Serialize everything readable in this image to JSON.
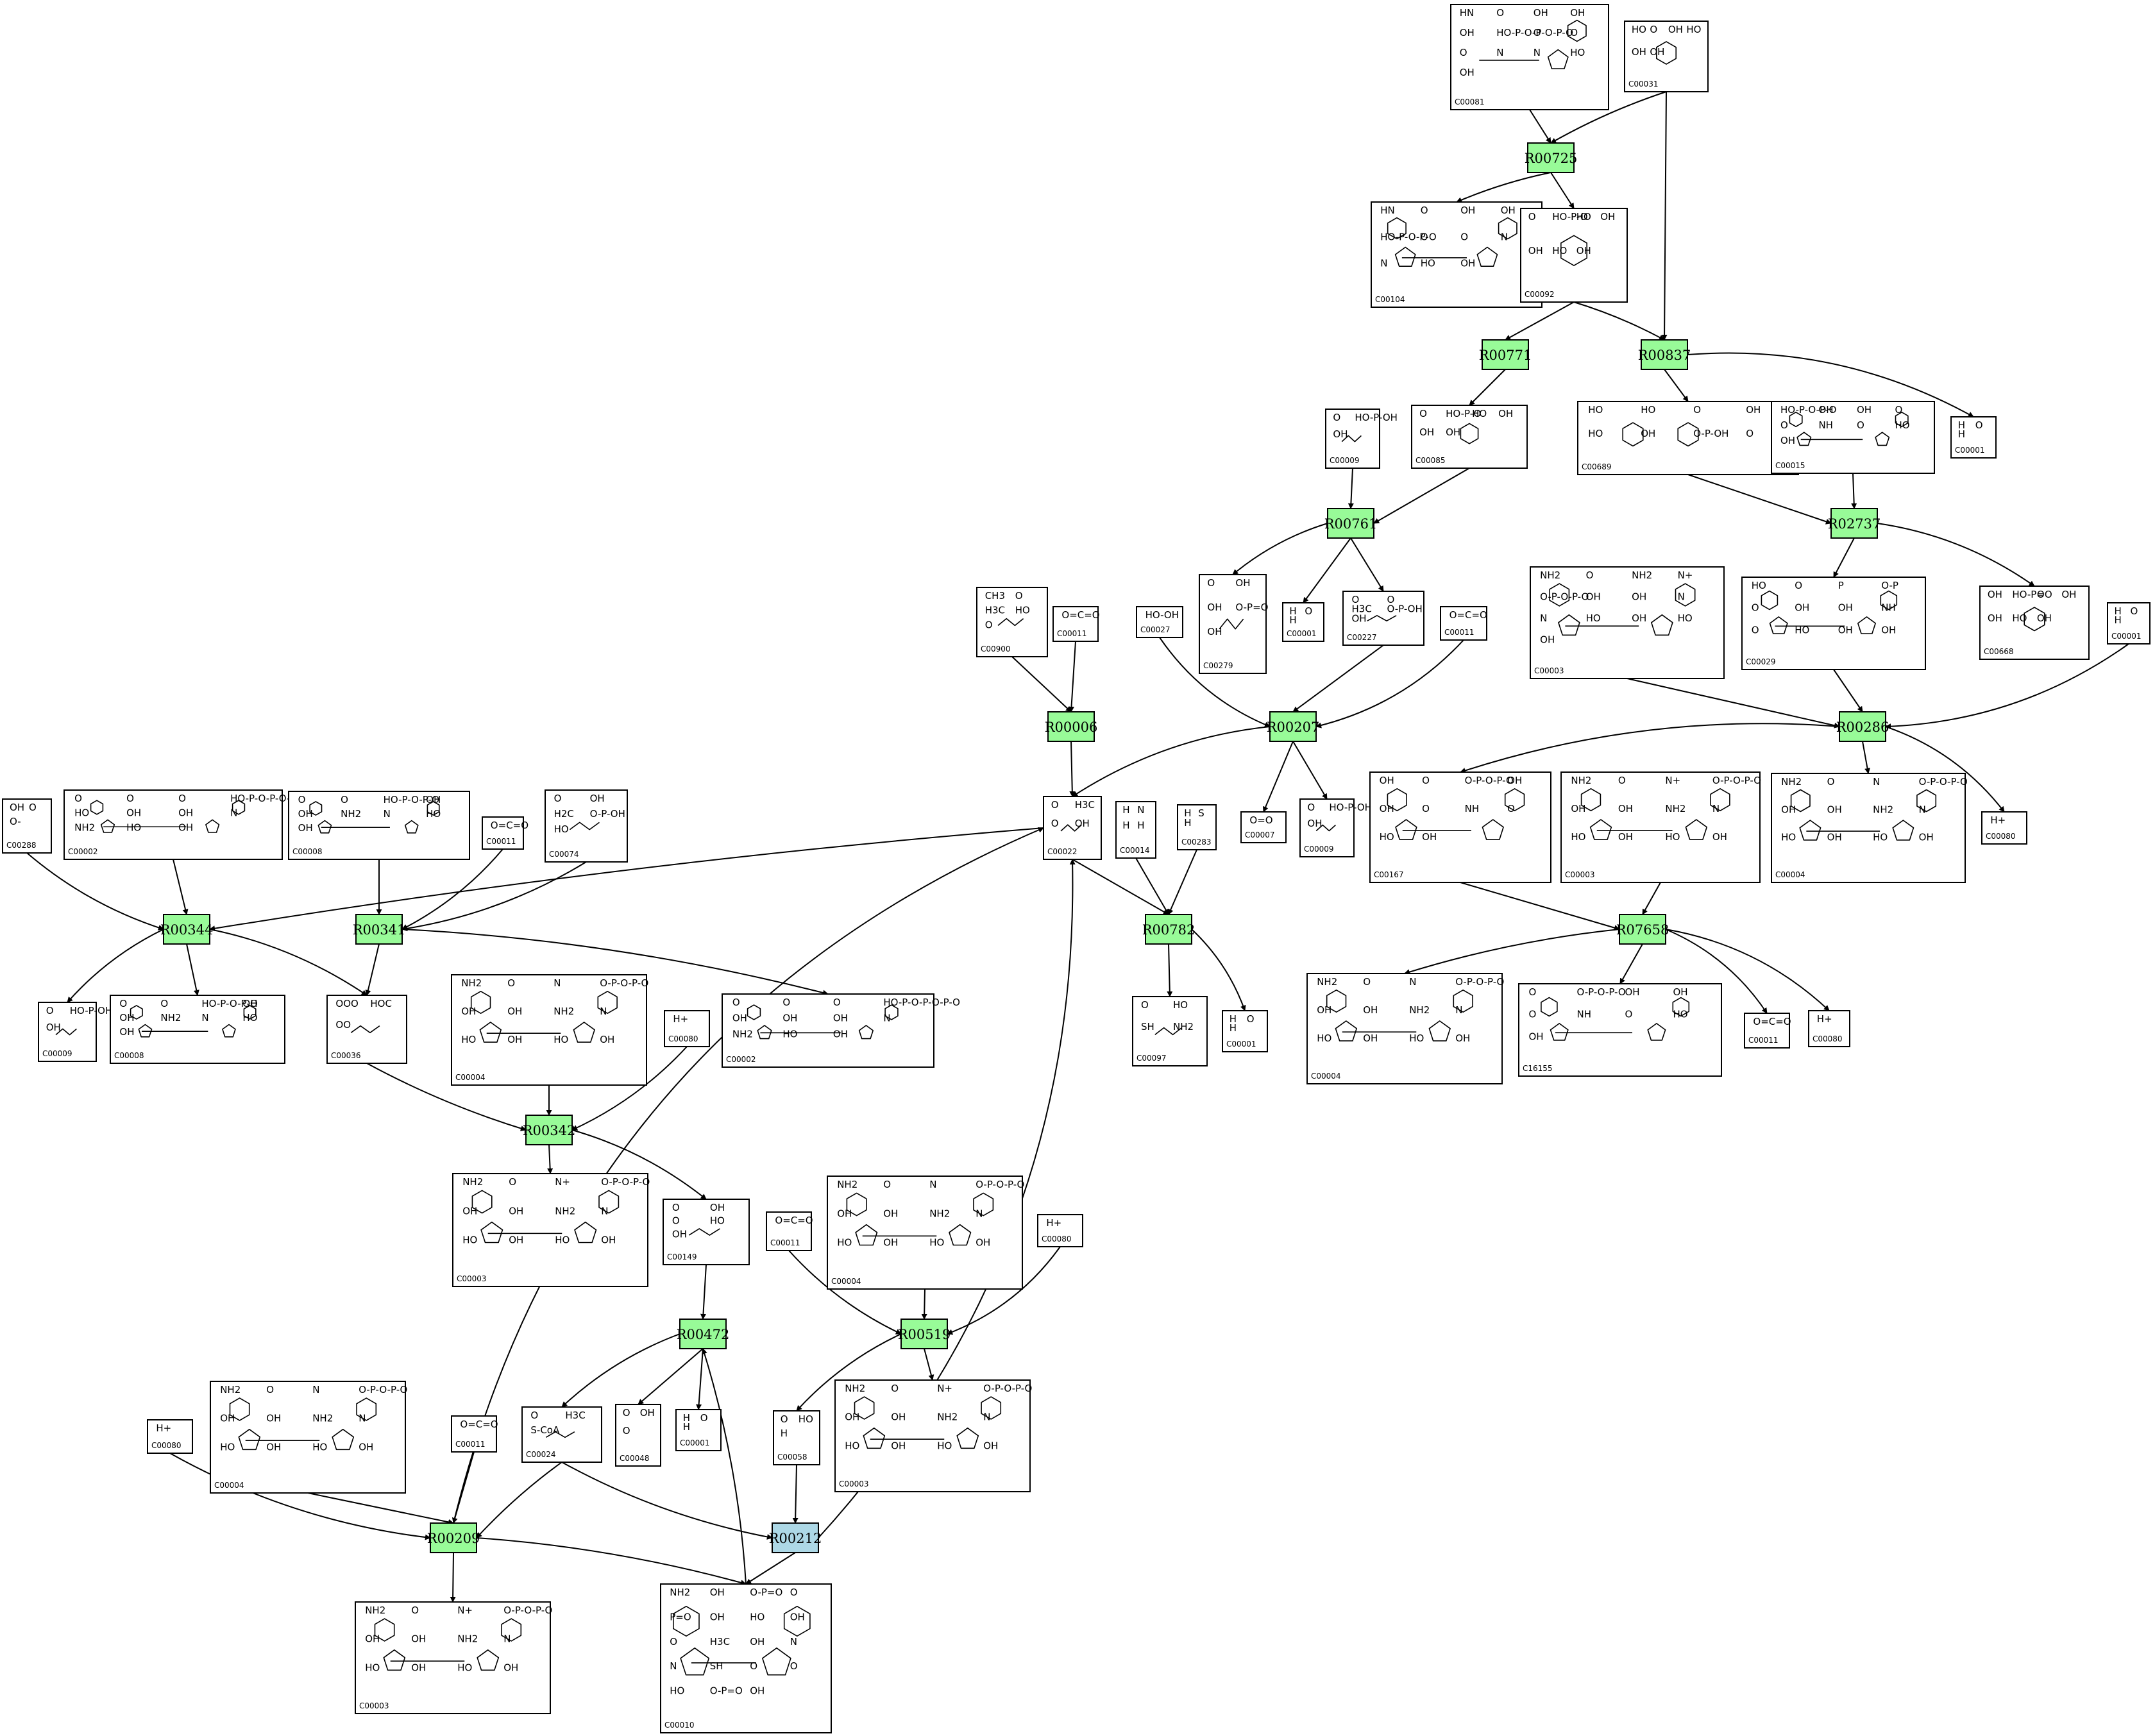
{
  "colors": {
    "reaction_fill": "#98fb98",
    "reaction_alt_fill": "#add8e6",
    "stroke": "#000000",
    "background": "#ffffff"
  },
  "reactions": [
    {
      "id": "R00725",
      "label": "R00725",
      "color": "green"
    },
    {
      "id": "R00837",
      "label": "R00837",
      "color": "green"
    },
    {
      "id": "R00771",
      "label": "R00771",
      "color": "green"
    },
    {
      "id": "R00761",
      "label": "R00761",
      "color": "green"
    },
    {
      "id": "R02737",
      "label": "R02737",
      "color": "green"
    },
    {
      "id": "R00006",
      "label": "R00006",
      "color": "green"
    },
    {
      "id": "R00207",
      "label": "R00207",
      "color": "green"
    },
    {
      "id": "R00286",
      "label": "R00286",
      "color": "green"
    },
    {
      "id": "R00344",
      "label": "R00344",
      "color": "green"
    },
    {
      "id": "R00341",
      "label": "R00341",
      "color": "green"
    },
    {
      "id": "R00782",
      "label": "R00782",
      "color": "green"
    },
    {
      "id": "R07658",
      "label": "R07658",
      "color": "green"
    },
    {
      "id": "R00342",
      "label": "R00342",
      "color": "green"
    },
    {
      "id": "R00472",
      "label": "R00472",
      "color": "green"
    },
    {
      "id": "R00519",
      "label": "R00519",
      "color": "green"
    },
    {
      "id": "R00209",
      "label": "R00209",
      "color": "green"
    },
    {
      "id": "R00212",
      "label": "R00212",
      "color": "blue"
    }
  ],
  "compounds": [
    {
      "id": "c_top_itp",
      "label": "C00081",
      "kind": "nucleotide",
      "atoms": [
        "HN",
        "O",
        "OH",
        "OH",
        "OH",
        "HO-P-O-P-O-P-O",
        "O",
        "O",
        "O",
        "N",
        "N",
        "HO",
        "OH"
      ]
    },
    {
      "id": "c_top_glc",
      "label": "C00031",
      "kind": "sugar",
      "atoms": [
        "HO",
        "O",
        "OH",
        "HO",
        "OH",
        "OH"
      ]
    },
    {
      "id": "c_idp",
      "label": "C00104",
      "kind": "nucleotide",
      "atoms": [
        "HN",
        "O",
        "OH",
        "OH",
        "HO-P-O-P-O",
        "O",
        "O",
        "N",
        "N",
        "HO",
        "OH"
      ]
    },
    {
      "id": "c_g6p",
      "label": "C00092",
      "kind": "sugar",
      "atoms": [
        "O",
        "HO-P-O",
        "HO",
        "OH",
        "OH",
        "HO",
        "OH"
      ]
    },
    {
      "id": "c_pi_1",
      "label": "C00009",
      "kind": "small",
      "atoms": [
        "O",
        "HO-P-OH",
        "OH"
      ]
    },
    {
      "id": "c_f6p",
      "label": "C00085",
      "kind": "sugar",
      "atoms": [
        "O",
        "HO-P-O",
        "HO",
        "OH",
        "OH",
        "OH"
      ]
    },
    {
      "id": "c_h2o_1",
      "label": "C00001",
      "kind": "small",
      "atoms": [
        "H",
        "O",
        "H"
      ]
    },
    {
      "id": "c_t6p",
      "label": "C00689",
      "kind": "sugar",
      "atoms": [
        "HO",
        "HO",
        "O",
        "OH",
        "HO",
        "OH",
        "O-P-OH",
        "O"
      ]
    },
    {
      "id": "c_udp",
      "label": "C00015",
      "kind": "nucleotide",
      "atoms": [
        "HO-P-O-P-O",
        "OH",
        "OH",
        "O",
        "O",
        "NH",
        "O",
        "HO",
        "OH"
      ]
    },
    {
      "id": "c_gap",
      "label": "C00279",
      "kind": "small",
      "atoms": [
        "O",
        "OH",
        "OH",
        "O-P=O",
        "OH"
      ]
    },
    {
      "id": "c_h2o_2",
      "label": "C00001",
      "kind": "small",
      "atoms": [
        "H",
        "O",
        "H"
      ]
    },
    {
      "id": "c_mgp",
      "label": "C00227",
      "kind": "small",
      "atoms": [
        "O",
        "O",
        "H3C",
        "O-P-OH",
        "OH"
      ]
    },
    {
      "id": "c_udpg",
      "label": "C00029",
      "kind": "nucleotide",
      "atoms": [
        "HO",
        "O",
        "P",
        "O-P",
        "O",
        "OH",
        "OH",
        "NH",
        "O",
        "HO",
        "OH",
        "OH"
      ]
    },
    {
      "id": "c_g1p",
      "label": "C00668",
      "kind": "sugar",
      "atoms": [
        "OH",
        "HO-P=O",
        "O",
        "OH",
        "OH",
        "HO",
        "OH"
      ]
    },
    {
      "id": "c_nad_1",
      "label": "C00003",
      "kind": "nucleotide",
      "atoms": [
        "NH2",
        "O",
        "NH2",
        "N+",
        "O-P-O-P-O",
        "OH",
        "OH",
        "N",
        "N",
        "HO",
        "OH",
        "HO",
        "OH"
      ]
    },
    {
      "id": "c_h2o_3",
      "label": "C00001",
      "kind": "small",
      "atoms": [
        "H",
        "O",
        "H"
      ]
    },
    {
      "id": "c_acetolactate",
      "label": "C00900",
      "kind": "small",
      "atoms": [
        "CH3",
        "O",
        "H3C",
        "HO",
        "O"
      ]
    },
    {
      "id": "c_co2_1",
      "label": "C00011",
      "kind": "small",
      "atoms": [
        "O=C=O"
      ]
    },
    {
      "id": "c_h2o2",
      "label": "C00027",
      "kind": "small",
      "atoms": [
        "HO-OH"
      ]
    },
    {
      "id": "c_co2_2",
      "label": "C00011",
      "kind": "small",
      "atoms": [
        "O=C=O"
      ]
    },
    {
      "id": "c_pyr",
      "label": "C00022",
      "kind": "small",
      "atoms": [
        "O",
        "H3C",
        "O",
        "OH"
      ]
    },
    {
      "id": "c_nh3",
      "label": "C00014",
      "kind": "small",
      "atoms": [
        "H",
        "N",
        "H",
        "H"
      ]
    },
    {
      "id": "c_h2s",
      "label": "C00283",
      "kind": "small",
      "atoms": [
        "H",
        "S",
        "H"
      ]
    },
    {
      "id": "c_o2",
      "label": "C00007",
      "kind": "small",
      "atoms": [
        "O=O"
      ]
    },
    {
      "id": "c_pi_2",
      "label": "C00009",
      "kind": "small",
      "atoms": [
        "O",
        "HO-P-OH",
        "OH"
      ]
    },
    {
      "id": "c_udpgal",
      "label": "C00167",
      "kind": "nucleotide",
      "atoms": [
        "OH",
        "O",
        "O-P-O-P-O",
        "OH",
        "OH",
        "O",
        "NH",
        "O",
        "HO",
        "OH"
      ]
    },
    {
      "id": "c_nad_2",
      "label": "C00003",
      "kind": "nucleotide",
      "atoms": [
        "NH2",
        "O",
        "N+",
        "O-P-O-P-O",
        "OH",
        "OH",
        "NH2",
        "N",
        "HO",
        "OH",
        "HO",
        "OH"
      ]
    },
    {
      "id": "c_nadh_1",
      "label": "C00004",
      "kind": "nucleotide",
      "atoms": [
        "NH2",
        "O",
        "N",
        "O-P-O-P-O",
        "OH",
        "OH",
        "NH2",
        "N",
        "HO",
        "OH",
        "HO",
        "OH"
      ]
    },
    {
      "id": "c_h_1",
      "label": "C00080",
      "kind": "small",
      "atoms": [
        "H+"
      ]
    },
    {
      "id": "c_hco3",
      "label": "C00288",
      "kind": "small",
      "atoms": [
        "OH",
        "O",
        "O-"
      ]
    },
    {
      "id": "c_atp_1",
      "label": "C00002",
      "kind": "nucleotide",
      "atoms": [
        "O",
        "O",
        "O",
        "HO-P-O-P-O-P-O",
        "HO",
        "OH",
        "OH",
        "N",
        "NH2",
        "HO",
        "OH"
      ]
    },
    {
      "id": "c_adp_1",
      "label": "C00008",
      "kind": "nucleotide",
      "atoms": [
        "O",
        "O",
        "HO-P-O-P-O",
        "OH",
        "OH",
        "NH2",
        "N",
        "HO",
        "OH"
      ]
    },
    {
      "id": "c_co2_3",
      "label": "C00011",
      "kind": "small",
      "atoms": [
        "O=C=O"
      ]
    },
    {
      "id": "c_pep",
      "label": "C00074",
      "kind": "small",
      "atoms": [
        "O",
        "OH",
        "H2C",
        "O-P-OH",
        "HO"
      ]
    },
    {
      "id": "c_pi_3",
      "label": "C00009",
      "kind": "small",
      "atoms": [
        "O",
        "HO-P-OH",
        "OH"
      ]
    },
    {
      "id": "c_adp_2",
      "label": "C00008",
      "kind": "nucleotide",
      "atoms": [
        "O",
        "O",
        "HO-P-O-P-O",
        "OH",
        "OH",
        "NH2",
        "N",
        "HO",
        "OH"
      ]
    },
    {
      "id": "c_oaa",
      "label": "C00036",
      "kind": "small",
      "atoms": [
        "OOO",
        "HOC",
        "OO"
      ]
    },
    {
      "id": "c_nadh_2",
      "label": "C00004",
      "kind": "nucleotide",
      "atoms": [
        "NH2",
        "O",
        "N",
        "O-P-O-P-O",
        "OH",
        "OH",
        "NH2",
        "N",
        "HO",
        "OH",
        "HO",
        "OH"
      ]
    },
    {
      "id": "c_h_2",
      "label": "C00080",
      "kind": "small",
      "atoms": [
        "H+"
      ]
    },
    {
      "id": "c_atp_2",
      "label": "C00002",
      "kind": "nucleotide",
      "atoms": [
        "O",
        "O",
        "O",
        "HO-P-O-P-O-P-O",
        "OH",
        "OH",
        "OH",
        "N",
        "NH2",
        "HO",
        "OH"
      ]
    },
    {
      "id": "c_cys",
      "label": "C00097",
      "kind": "small",
      "atoms": [
        "O",
        "HO",
        "SH",
        "NH2"
      ]
    },
    {
      "id": "c_h2o_4",
      "label": "C00001",
      "kind": "small",
      "atoms": [
        "H",
        "O",
        "H"
      ]
    },
    {
      "id": "c_nadh_3",
      "label": "C00004",
      "kind": "nucleotide",
      "atoms": [
        "NH2",
        "O",
        "N",
        "O-P-O-P-O",
        "OH",
        "OH",
        "NH2",
        "N",
        "HO",
        "OH",
        "HO",
        "OH"
      ]
    },
    {
      "id": "c_udpgluc",
      "label": "C16155",
      "kind": "nucleotide",
      "atoms": [
        "O",
        "O-P-O-P-O",
        "OH",
        "OH",
        "O",
        "NH",
        "O",
        "HO",
        "OH"
      ]
    },
    {
      "id": "c_co2_4",
      "label": "C00011",
      "kind": "small",
      "atoms": [
        "O=C=O"
      ]
    },
    {
      "id": "c_h_3",
      "label": "C00080",
      "kind": "small",
      "atoms": [
        "H+"
      ]
    },
    {
      "id": "c_nad_3",
      "label": "C00003",
      "kind": "nucleotide",
      "atoms": [
        "NH2",
        "O",
        "N+",
        "O-P-O-P-O",
        "OH",
        "OH",
        "NH2",
        "N",
        "HO",
        "OH",
        "HO",
        "OH"
      ]
    },
    {
      "id": "c_malate",
      "label": "C00149",
      "kind": "small",
      "atoms": [
        "O",
        "OH",
        "O",
        "HO",
        "OH"
      ]
    },
    {
      "id": "c_co2_5",
      "label": "C00011",
      "kind": "small",
      "atoms": [
        "O=C=O"
      ]
    },
    {
      "id": "c_nadh_4",
      "label": "C00004",
      "kind": "nucleotide",
      "atoms": [
        "NH2",
        "O",
        "N",
        "O-P-O-P-O",
        "OH",
        "OH",
        "NH2",
        "N",
        "HO",
        "OH",
        "HO",
        "OH"
      ]
    },
    {
      "id": "c_h_4",
      "label": "C00080",
      "kind": "small",
      "atoms": [
        "H+"
      ]
    },
    {
      "id": "c_nadh_5",
      "label": "C00004",
      "kind": "nucleotide",
      "atoms": [
        "NH2",
        "O",
        "N",
        "O-P-O-P-O",
        "OH",
        "OH",
        "NH2",
        "N",
        "HO",
        "OH",
        "HO",
        "OH"
      ]
    },
    {
      "id": "c_co2_6",
      "label": "C00011",
      "kind": "small",
      "atoms": [
        "O=C=O"
      ]
    },
    {
      "id": "c_acetylcoa",
      "label": "C00024",
      "kind": "small",
      "atoms": [
        "O",
        "H3C",
        "S-CoA"
      ]
    },
    {
      "id": "c_glyoxylate",
      "label": "C00048",
      "kind": "small",
      "atoms": [
        "O",
        "OH",
        "O"
      ]
    },
    {
      "id": "c_h2o_5",
      "label": "C00001",
      "kind": "small",
      "atoms": [
        "H",
        "O",
        "H"
      ]
    },
    {
      "id": "c_formate",
      "label": "C00058",
      "kind": "small",
      "atoms": [
        "O",
        "HO",
        "H"
      ]
    },
    {
      "id": "c_nad_4",
      "label": "C00003",
      "kind": "nucleotide",
      "atoms": [
        "NH2",
        "O",
        "N+",
        "O-P-O-P-O",
        "OH",
        "OH",
        "NH2",
        "N",
        "HO",
        "OH",
        "HO",
        "OH"
      ]
    },
    {
      "id": "c_h_5",
      "label": "C00080",
      "kind": "small",
      "atoms": [
        "H+"
      ]
    },
    {
      "id": "c_nad_5",
      "label": "C00003",
      "kind": "nucleotide",
      "atoms": [
        "NH2",
        "O",
        "N+",
        "O-P-O-P-O",
        "OH",
        "OH",
        "NH2",
        "N",
        "HO",
        "OH",
        "HO",
        "OH"
      ]
    },
    {
      "id": "c_coa",
      "label": "C00010",
      "kind": "nucleotide",
      "atoms": [
        "NH2",
        "OH",
        "O-P=O",
        "O",
        "P=O",
        "OH",
        "HO",
        "OH",
        "O",
        "H3C",
        "OH",
        "N",
        "N",
        "SH",
        "O",
        "O",
        "HO",
        "O-P=O",
        "OH"
      ]
    }
  ]
}
